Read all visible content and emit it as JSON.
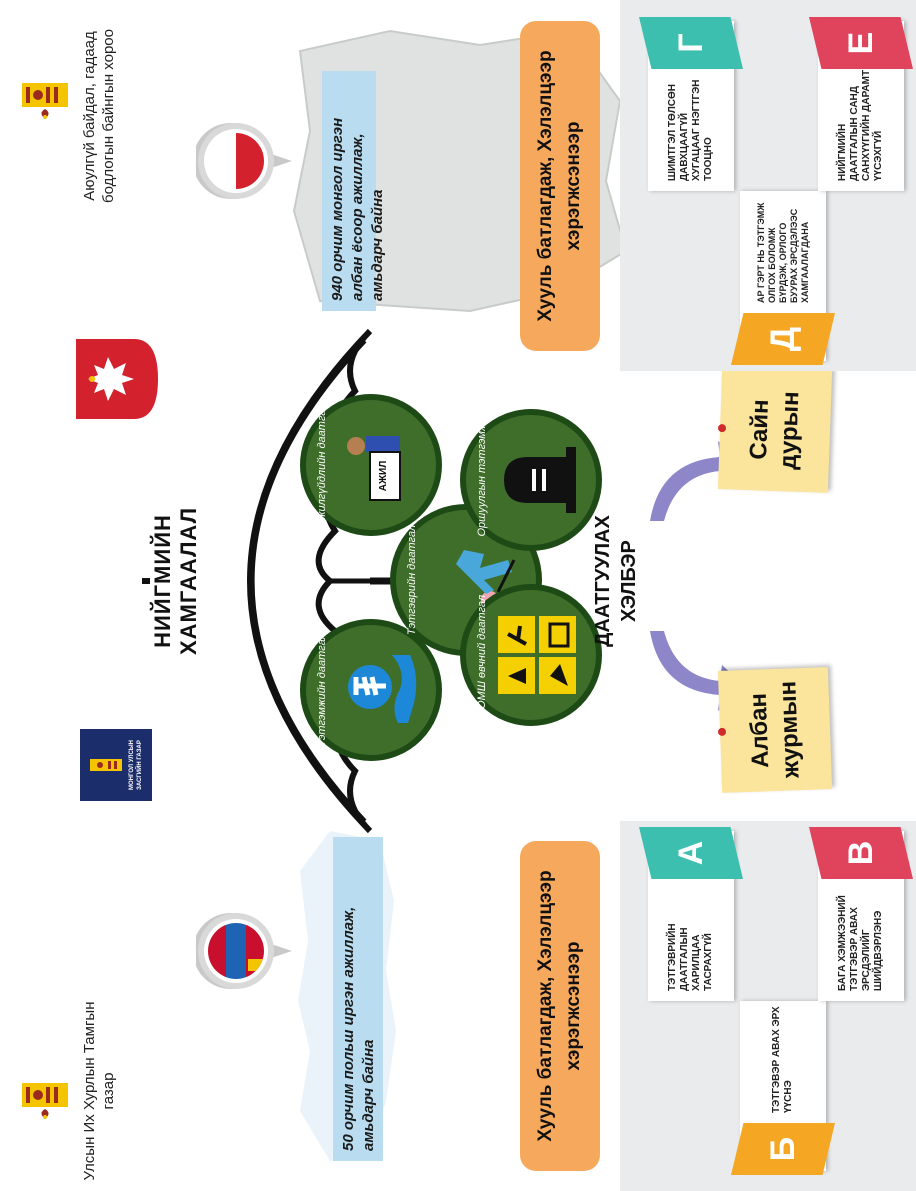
{
  "left": {
    "org_name": "Улсын Их Хурлын Тамгын газар",
    "callout": "50 орчим польш иргэн ажиллаж, амьдарч байна",
    "law_label": "Хууль батлагдаж, Хэлэлцээр хэрэгжсэнээр"
  },
  "right": {
    "org_name": "Аюулгүй байдал, гадаад бодлогын байнгын хороо",
    "callout": "940 орчим монгол иргэн албан ёсоор ажиллаж, амьдарч байна",
    "law_label": "Хууль батлагдаж, Хэлэлцээр хэрэгжсэнээр"
  },
  "gov_logo_text": "МОНГОЛ УЛСЫН ЗАСГИЙН ГАЗАР",
  "umbrella_title": "НИЙГМИЙН ХАМГААЛАЛ",
  "circles": [
    {
      "label": "Тэтгэмжийн даатгал"
    },
    {
      "label": "Тэтгэврийн даатгал"
    },
    {
      "label": "Ажилгүйдлийн даатгал"
    },
    {
      "label": "ҮОМШ өвчний даатгал"
    },
    {
      "label": "Оршуулгын тэтгэмж"
    }
  ],
  "job_sign": "АЖИЛ",
  "insurance_form": {
    "line1": "ДААТГУУЛАХ",
    "line2": "ХЭЛБЭР"
  },
  "notes": [
    {
      "text": "Албан журмын"
    },
    {
      "text": "Сайн дурын"
    }
  ],
  "left_tiles": [
    {
      "letter": "А",
      "text": "Тэтгэврийн даатгалын харилцаа тасрахгүй",
      "color": "#3dbfb0"
    },
    {
      "letter": "Б",
      "text": "Тэтгэвэр авах эрх үүснэ",
      "color": "#f5a623"
    },
    {
      "letter": "В",
      "text": "Бага хэмжээний тэтгэвэр авах эрсдэлийг шийдвэрлэнэ",
      "color": "#e0435c"
    }
  ],
  "right_tiles": [
    {
      "letter": "Г",
      "text": "Шимтгэл төлсөн давхцаагүй хугацааг нэгтгэн тооцно",
      "color": "#3dbfb0"
    },
    {
      "letter": "Д",
      "text": "Ар гэрт нь тэтгэмж олгох боломж бүрдэж, орлого буурах эрсдэлээс хамгаалагдана",
      "color": "#f5a623"
    },
    {
      "letter": "Е",
      "text": "Нийгмийн даатгалын санд санхүүгийн дарамт үүсэхгүй",
      "color": "#e0435c"
    }
  ],
  "colors": {
    "green_circle": "#3f6e2a",
    "green_ring": "#1e4a16",
    "orange": "#f6a95c",
    "note": "#fbe49b",
    "arrow": "#8d87c9",
    "callout_bg": "#b9dcf0"
  },
  "icons": [
    "soyombo-icon",
    "mongolia-flag-icon",
    "poland-flag-icon",
    "poland-eagle-icon",
    "umbrella-icon",
    "tugrik-coin-icon",
    "hand-icon",
    "elderly-person-icon",
    "unemployed-person-icon",
    "hazard-signs-icon",
    "gravestone-icon",
    "curved-arrow-icon",
    "pushpin-icon"
  ]
}
